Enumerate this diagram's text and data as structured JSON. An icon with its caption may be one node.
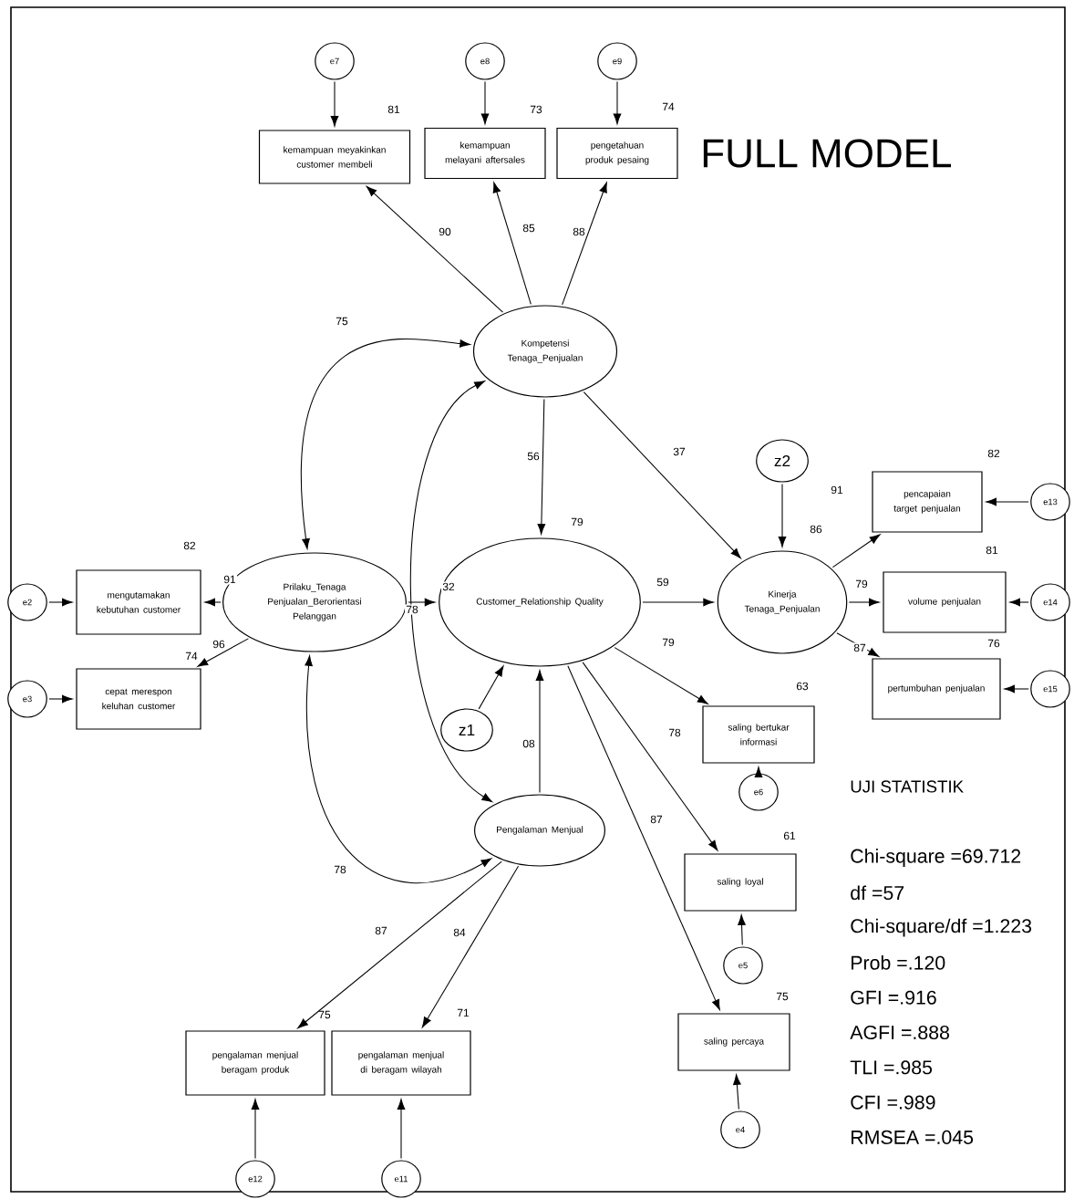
{
  "diagram": {
    "title": "FULL MODEL",
    "nodes": [
      {
        "text": [
          "e7"
        ]
      },
      {
        "text": [
          "e8"
        ]
      },
      {
        "text": [
          "e9"
        ]
      },
      {
        "text": [
          "kemampuan meyakinkan customer membeli"
        ],
        "beside": [
          "81"
        ]
      },
      {
        "text": [
          "kemampuan melayani aftersales"
        ],
        "beside": [
          "73"
        ]
      },
      {
        "text": [
          "pengetahuan produk pesaing"
        ],
        "beside": [
          "74"
        ]
      },
      {
        "text": [
          "Kompetensi Tenaga_Penjualan"
        ]
      },
      {
        "text": [
          "z2"
        ]
      },
      {
        "text": [
          "pencapaian target penjualan"
        ],
        "beside": [
          "82"
        ]
      },
      {
        "text": [
          "e13"
        ]
      },
      {
        "text": [
          "e2"
        ]
      },
      {
        "text": [
          "mengutamakan kebutuhan customer"
        ],
        "beside": [
          "82"
        ]
      },
      {
        "text": [
          "Prilaku_Tenaga Penjualan_Berorientasi Pelanggan"
        ]
      },
      {
        "text": [
          "Customer_Relationship Quality"
        ],
        "beside": [
          "79"
        ]
      },
      {
        "text": [
          "Kinerja Tenaga_Penjualan"
        ],
        "beside": [
          "86"
        ]
      },
      {
        "text": [
          "volume penjualan"
        ],
        "beside": [
          "81"
        ]
      },
      {
        "text": [
          "e14"
        ]
      },
      {
        "text": [
          "e3"
        ]
      },
      {
        "text": [
          "cepat merespon keluhan customer"
        ],
        "beside": [
          "74"
        ]
      },
      {
        "text": [
          "saling bertukar informasi"
        ],
        "beside": [
          "63"
        ]
      },
      {
        "text": [
          "z1"
        ]
      },
      {
        "text": [
          "pertumbuhan penjualan"
        ],
        "beside": [
          "76"
        ]
      },
      {
        "text": [
          "e15"
        ]
      },
      {
        "text": [
          "e6"
        ]
      },
      {
        "text": [
          "Pengalaman Menjual"
        ]
      },
      {
        "text": [
          "saling loyal"
        ],
        "beside": [
          "61"
        ]
      },
      {
        "text": [
          "e5"
        ]
      },
      {
        "text": [
          "saling percaya"
        ],
        "beside": [
          "75"
        ]
      },
      {
        "text": [
          "pengalaman menjual beragam produk"
        ],
        "beside": [
          "75"
        ]
      },
      {
        "text": [
          "pengalaman menjual di beragam wilayah"
        ],
        "beside": [
          "71"
        ]
      },
      {
        "text": [
          "e12"
        ]
      },
      {
        "text": [
          "e11"
        ]
      },
      {
        "text": [
          "e4"
        ]
      }
    ],
    "edges": [
      {
        "from": 0,
        "to": 3,
        "arrow": "to"
      },
      {
        "from": 1,
        "to": 4,
        "arrow": "to"
      },
      {
        "from": 2,
        "to": 5,
        "arrow": "to"
      },
      {
        "from": 6,
        "to": 3,
        "arrow": "to",
        "label": "90"
      },
      {
        "from": 6,
        "to": 4,
        "arrow": "to",
        "label": "85"
      },
      {
        "from": 6,
        "to": 5,
        "arrow": "to",
        "label": "88"
      },
      {
        "from": 12,
        "to": 6,
        "arrow": "both",
        "label": "75"
      },
      {
        "from": 24,
        "to": 6,
        "arrow": "both",
        "label": "78"
      },
      {
        "from": 12,
        "to": 24,
        "arrow": "both",
        "label": "78"
      },
      {
        "from": 6,
        "to": 13,
        "arrow": "to",
        "label": "56"
      },
      {
        "from": 6,
        "to": 14,
        "arrow": "to",
        "label": "37"
      },
      {
        "from": 7,
        "to": 14,
        "arrow": "to"
      },
      {
        "from": 14,
        "to": 8,
        "arrow": "to",
        "label": "91"
      },
      {
        "from": 14,
        "to": 15,
        "arrow": "to",
        "label": "79"
      },
      {
        "from": 14,
        "to": 21,
        "arrow": "to",
        "label": "87"
      },
      {
        "from": 9,
        "to": 8,
        "arrow": "to"
      },
      {
        "from": 16,
        "to": 15,
        "arrow": "to"
      },
      {
        "from": 22,
        "to": 21,
        "arrow": "to"
      },
      {
        "from": 10,
        "to": 11,
        "arrow": "to"
      },
      {
        "from": 17,
        "to": 18,
        "arrow": "to"
      },
      {
        "from": 12,
        "to": 11,
        "arrow": "to",
        "label": "91"
      },
      {
        "from": 12,
        "to": 18,
        "arrow": "to",
        "label": "96"
      },
      {
        "from": 12,
        "to": 13,
        "arrow": "to",
        "label": "32"
      },
      {
        "from": 13,
        "to": 14,
        "arrow": "to",
        "label": "59"
      },
      {
        "from": 20,
        "to": 13,
        "arrow": "to"
      },
      {
        "from": 24,
        "to": 13,
        "arrow": "to",
        "label": "08"
      },
      {
        "from": 13,
        "to": 19,
        "arrow": "to",
        "label": "79"
      },
      {
        "from": 13,
        "to": 25,
        "arrow": "to",
        "label": "78"
      },
      {
        "from": 13,
        "to": 27,
        "arrow": "to",
        "label": "87"
      },
      {
        "from": 23,
        "to": 19,
        "arrow": "to"
      },
      {
        "from": 26,
        "to": 25,
        "arrow": "to"
      },
      {
        "from": 32,
        "to": 27,
        "arrow": "to"
      },
      {
        "from": 24,
        "to": 28,
        "arrow": "to",
        "label": "87"
      },
      {
        "from": 24,
        "to": 29,
        "arrow": "to",
        "label": "84"
      },
      {
        "from": 30,
        "to": 28,
        "arrow": "to"
      },
      {
        "from": 31,
        "to": 29,
        "arrow": "to"
      }
    ],
    "labels": [
      "UJI STATISTIK",
      "Chi-square =69.712",
      "df =57",
      "Chi-square/df =1.223",
      "Prob =.120",
      "GFI =.916",
      "AGFI =.888",
      "TLI =.985",
      "CFI =.989",
      "RMSEA =.045"
    ]
  }
}
